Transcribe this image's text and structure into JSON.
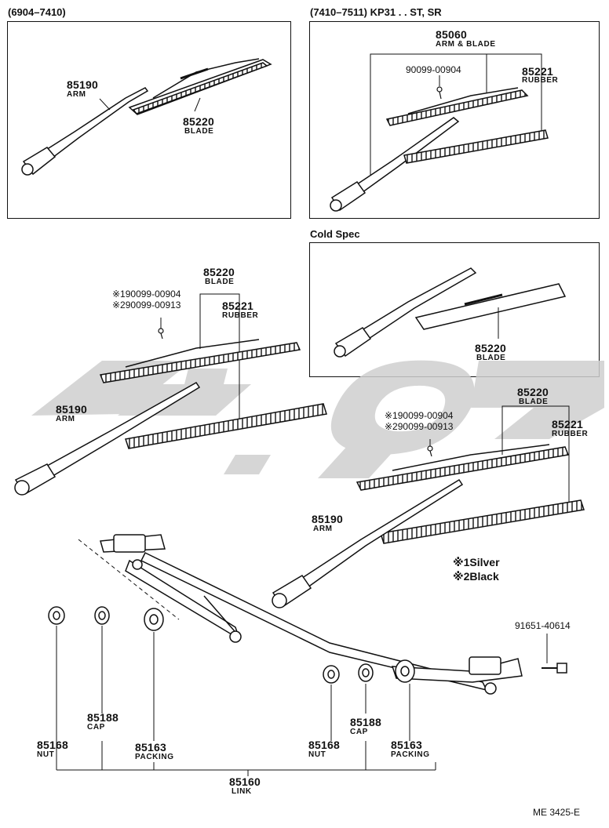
{
  "sections": {
    "early": {
      "header": "(6904–7410)"
    },
    "late": {
      "header": "(7410–7511) KP31 . . ST, SR"
    },
    "cold": {
      "header": "Cold Spec"
    }
  },
  "parts": {
    "early_arm": {
      "number": "85190",
      "name": "ARM"
    },
    "early_blade": {
      "number": "85220",
      "name": "BLADE"
    },
    "late_arm_blade": {
      "number": "85060",
      "name": "ARM & BLADE"
    },
    "late_screw": {
      "number": "90099-00904"
    },
    "late_rubber": {
      "number": "85221",
      "name": "RUBBER"
    },
    "cold_blade": {
      "number": "85220",
      "name": "BLADE"
    },
    "mid_blade": {
      "number": "85220",
      "name": "BLADE"
    },
    "mid_screw1": {
      "number": "※190099-00904"
    },
    "mid_screw2": {
      "number": "※290099-00913"
    },
    "mid_rubber": {
      "number": "85221",
      "name": "RUBBER"
    },
    "mid_arm": {
      "number": "85190",
      "name": "ARM"
    },
    "right_blade": {
      "number": "85220",
      "name": "BLADE"
    },
    "right_screw1": {
      "number": "※190099-00904"
    },
    "right_screw2": {
      "number": "※290099-00913"
    },
    "right_rubber": {
      "number": "85221",
      "name": "RUBBER"
    },
    "right_arm": {
      "number": "85190",
      "name": "ARM"
    },
    "bolt": {
      "number": "91651-40614"
    },
    "left_cap": {
      "number": "85188",
      "name": "CAP"
    },
    "left_nut": {
      "number": "85168",
      "name": "NUT"
    },
    "left_packing": {
      "number": "85163",
      "name": "PACKING"
    },
    "right_nut": {
      "number": "85168",
      "name": "NUT"
    },
    "right_cap": {
      "number": "85188",
      "name": "CAP"
    },
    "right_packing": {
      "number": "85163",
      "name": "PACKING"
    },
    "link": {
      "number": "85160",
      "name": "LINK"
    }
  },
  "legend": {
    "note1": "※1Silver",
    "note2": "※2Black"
  },
  "figure_code": "ME 3425-E"
}
